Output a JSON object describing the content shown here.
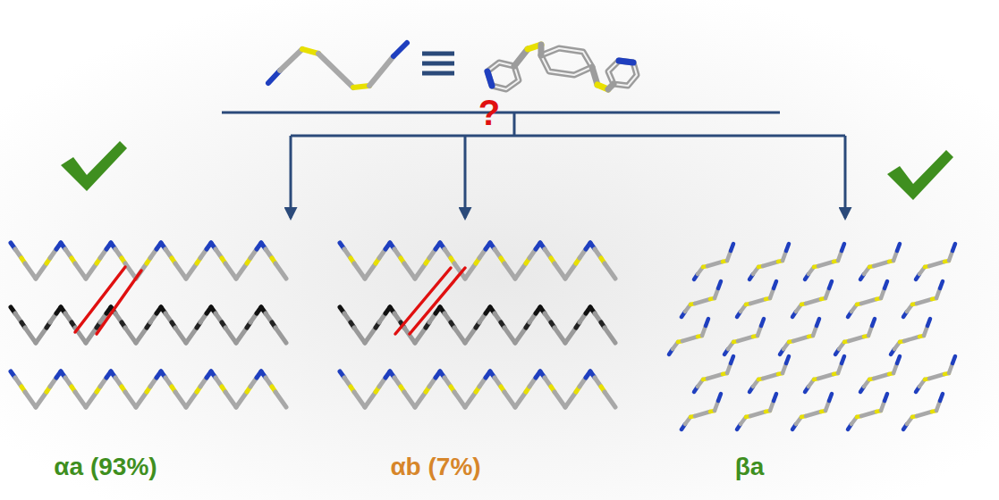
{
  "diagram": {
    "labels": [
      "?",
      "αa (93%)",
      "αb (7%)",
      "βa"
    ]
  }
}
